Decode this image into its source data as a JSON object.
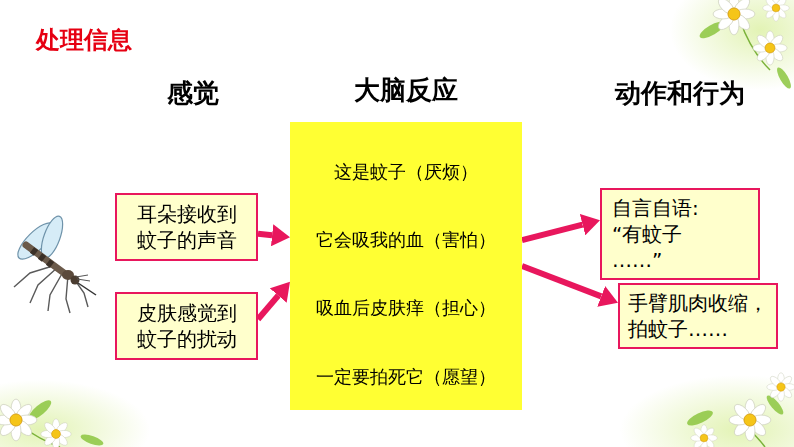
{
  "diagram": {
    "title": "处理信息",
    "nodes": [
      {
        "text": [
          "耳朵接收到蚊子的声音"
        ]
      },
      {
        "text": [
          "皮肤感觉到蚊子的扰动"
        ]
      },
      {
        "text": [
          "大脑反应"
        ]
      },
      {
        "text": [
          "这是蚊子（厌烦）"
        ],
        "in": 2
      },
      {
        "text": [
          "它会吸我的血（害怕）"
        ],
        "in": 2
      },
      {
        "text": [
          "吸血后皮肤痒（担心）"
        ],
        "in": 2
      },
      {
        "text": [
          "一定要拍死它（愿望）"
        ],
        "in": 2
      },
      {
        "text": [
          "自言自语: “有蚊子 ……”"
        ]
      },
      {
        "text": [
          "手臂肌肉收缩，拍蚊子……"
        ]
      }
    ],
    "edges": [
      {
        "from": 0,
        "to": 2,
        "arrow": "to"
      },
      {
        "from": 1,
        "to": 2,
        "arrow": "to"
      },
      {
        "from": 3,
        "to": 4,
        "arrow": "to"
      },
      {
        "from": 4,
        "to": 5,
        "arrow": "to"
      },
      {
        "from": 5,
        "to": 6,
        "arrow": "to"
      },
      {
        "from": 2,
        "to": 7,
        "arrow": "to"
      },
      {
        "from": 2,
        "to": 8,
        "arrow": "to"
      }
    ],
    "labels": [
      "感觉",
      "动作和行为"
    ]
  }
}
